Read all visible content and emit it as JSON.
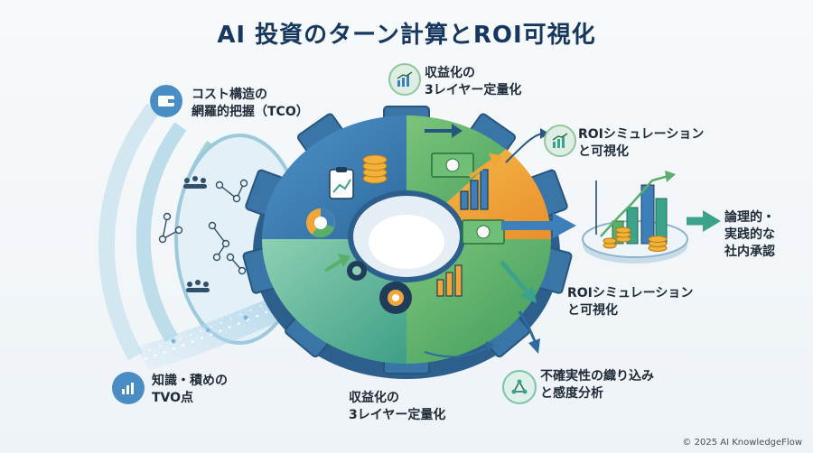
{
  "title": "AI 投資のターン計算とROI可視化",
  "labels": {
    "tco": "コスト構造の\n網羅的把握（TCO）",
    "revenue_top": "収益化の\n3レイヤー定量化",
    "roi_top": "ROIシミュレーション\nと可視化",
    "approval": "論理的・\n実践的な\n社内承認",
    "roi_mid": "ROIシミュレーション\nと可視化",
    "tvo": "知識・積めの\nTVO点",
    "revenue_bottom": "収益化の\n3レイヤー定量化",
    "uncertainty": "不確実性の織り込み\nと感度分析"
  },
  "icons": {
    "tco": "wallet-icon",
    "revenue_top": "bar-chart-growth-icon",
    "roi_top": "bar-chart-growth-icon",
    "tvo": "bar-chart-icon",
    "uncertainty": "network-nodes-icon"
  },
  "colors": {
    "blue": "#3d7fb8",
    "dark_blue": "#27577f",
    "green": "#5aae6a",
    "orange": "#f2a63a",
    "teal": "#3aa38a",
    "light_bg": "#eef3f7"
  },
  "footer": {
    "copyright": "© 2025 AI KnowledgeFlow"
  }
}
